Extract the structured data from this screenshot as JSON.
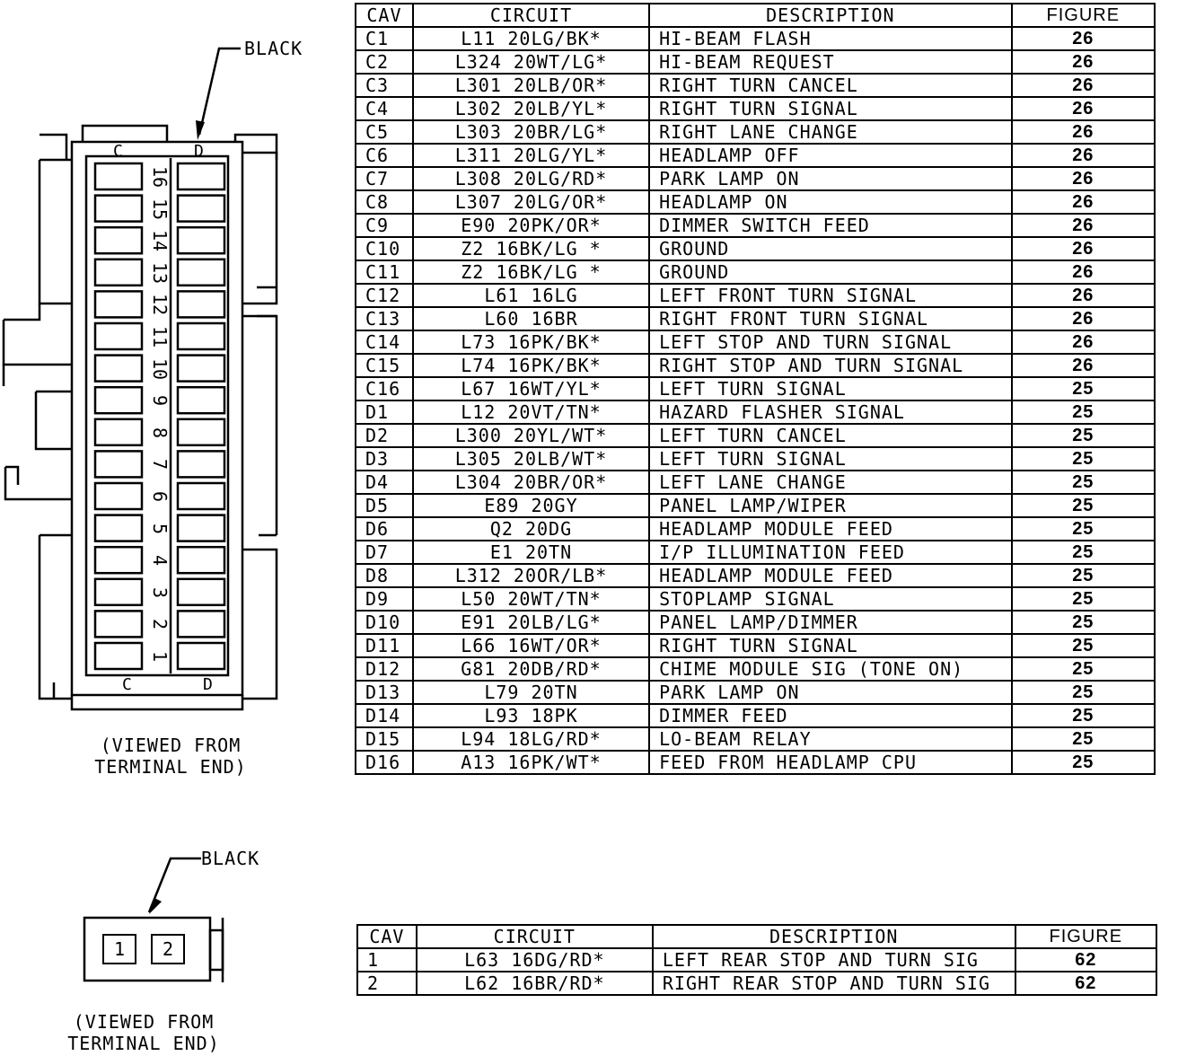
{
  "connector_main": {
    "color_label": "BLACK",
    "column_labels": [
      "C",
      "D"
    ],
    "pin_numbers": [
      "16",
      "15",
      "14",
      "13",
      "12",
      "11",
      "10",
      "9",
      "8",
      "7",
      "6",
      "5",
      "4",
      "3",
      "2",
      "1"
    ],
    "caption_line1": "(VIEWED FROM",
    "caption_line2": "TERMINAL END)"
  },
  "table_main": {
    "headers": [
      "CAV",
      "CIRCUIT",
      "DESCRIPTION",
      "FIGURE"
    ],
    "rows": [
      [
        "C1",
        "L11 20LG/BK*",
        "HI-BEAM FLASH",
        "26"
      ],
      [
        "C2",
        "L324 20WT/LG*",
        "HI-BEAM REQUEST",
        "26"
      ],
      [
        "C3",
        "L301 20LB/OR*",
        "RIGHT TURN CANCEL",
        "26"
      ],
      [
        "C4",
        "L302 20LB/YL*",
        "RIGHT TURN SIGNAL",
        "26"
      ],
      [
        "C5",
        "L303 20BR/LG*",
        "RIGHT LANE CHANGE",
        "26"
      ],
      [
        "C6",
        "L311 20LG/YL*",
        "HEADLAMP OFF",
        "26"
      ],
      [
        "C7",
        "L308 20LG/RD*",
        "PARK LAMP ON",
        "26"
      ],
      [
        "C8",
        "L307 20LG/OR*",
        "HEADLAMP ON",
        "26"
      ],
      [
        "C9",
        "E90 20PK/OR*",
        "DIMMER SWITCH FEED",
        "26"
      ],
      [
        "C10",
        "Z2 16BK/LG *",
        "GROUND",
        "26"
      ],
      [
        "C11",
        "Z2 16BK/LG *",
        "GROUND",
        "26"
      ],
      [
        "C12",
        "L61 16LG",
        "LEFT FRONT TURN SIGNAL",
        "26"
      ],
      [
        "C13",
        "L60 16BR",
        "RIGHT FRONT TURN SIGNAL",
        "26"
      ],
      [
        "C14",
        "L73 16PK/BK*",
        "LEFT STOP AND TURN SIGNAL",
        "26"
      ],
      [
        "C15",
        "L74 16PK/BK*",
        "RIGHT STOP AND TURN SIGNAL",
        "26"
      ],
      [
        "C16",
        "L67 16WT/YL*",
        "LEFT TURN SIGNAL",
        "25"
      ],
      [
        "D1",
        "L12 20VT/TN*",
        "HAZARD FLASHER SIGNAL",
        "25"
      ],
      [
        "D2",
        "L300 20YL/WT*",
        "LEFT TURN CANCEL",
        "25"
      ],
      [
        "D3",
        "L305 20LB/WT*",
        "LEFT TURN SIGNAL",
        "25"
      ],
      [
        "D4",
        "L304 20BR/OR*",
        "LEFT LANE CHANGE",
        "25"
      ],
      [
        "D5",
        "E89 20GY",
        "PANEL LAMP/WIPER",
        "25"
      ],
      [
        "D6",
        "Q2 20DG",
        "HEADLAMP MODULE FEED",
        "25"
      ],
      [
        "D7",
        "E1 20TN",
        "I/P ILLUMINATION FEED",
        "25"
      ],
      [
        "D8",
        "L312 20OR/LB*",
        "HEADLAMP MODULE FEED",
        "25"
      ],
      [
        "D9",
        "L50 20WT/TN*",
        "STOPLAMP SIGNAL",
        "25"
      ],
      [
        "D10",
        "E91 20LB/LG*",
        "PANEL LAMP/DIMMER",
        "25"
      ],
      [
        "D11",
        "L66 16WT/OR*",
        "RIGHT TURN SIGNAL",
        "25"
      ],
      [
        "D12",
        "G81 20DB/RD*",
        "CHIME MODULE SIG (TONE ON)",
        "25"
      ],
      [
        "D13",
        "L79 20TN",
        "PARK LAMP ON",
        "25"
      ],
      [
        "D14",
        "L93 18PK",
        "DIMMER FEED",
        "25"
      ],
      [
        "D15",
        "L94 18LG/RD*",
        "LO-BEAM RELAY",
        "25"
      ],
      [
        "D16",
        "A13 16PK/WT*",
        "FEED FROM HEADLAMP CPU",
        "25"
      ]
    ]
  },
  "connector_small": {
    "color_label": "BLACK",
    "pin_numbers": [
      "1",
      "2"
    ],
    "caption_line1": "(VIEWED FROM",
    "caption_line2": "TERMINAL END)"
  },
  "table_small": {
    "headers": [
      "CAV",
      "CIRCUIT",
      "DESCRIPTION",
      "FIGURE"
    ],
    "rows": [
      [
        "1",
        "L63 16DG/RD*",
        "LEFT REAR STOP AND TURN SIG",
        "62"
      ],
      [
        "2",
        "L62 16BR/RD*",
        "RIGHT REAR STOP AND TURN SIG",
        "62"
      ]
    ]
  }
}
